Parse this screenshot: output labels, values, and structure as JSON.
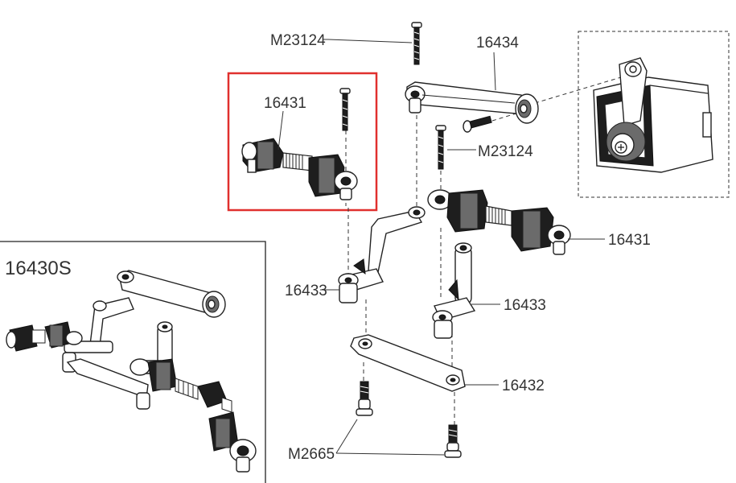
{
  "labels": {
    "screw_top": "M23124",
    "servo_saver_arm": "16434",
    "turnbuckle_boxed_name": "16431",
    "screw_mid": "M23124",
    "turnbuckle_right": "16431",
    "bellcrank_left": "16433",
    "bellcrank_right": "16433",
    "drag_link": "16432",
    "screws_bottom": "M2665",
    "assembly_set": "16430S"
  },
  "colors": {
    "highlight_box": "#e0302e",
    "line": "#222222",
    "part_fill": "#ffffff",
    "dark_part": "#1e1e1e"
  }
}
